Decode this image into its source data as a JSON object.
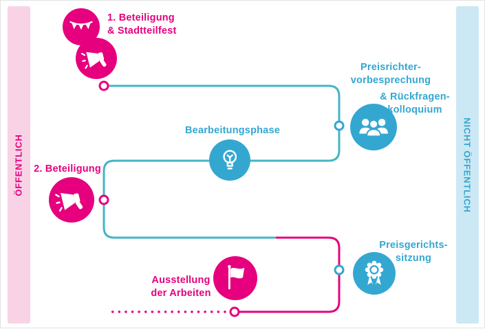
{
  "bands": {
    "left": "ÖFFENTLICH",
    "right": "NICHT ÖFFENTLICH"
  },
  "nodes": {
    "beteiligung1": {
      "lines": [
        "1. Beteiligung",
        "& Stadtteilfest"
      ],
      "icons": [
        "bunting-icon",
        "megaphone-icon"
      ],
      "color": "pink",
      "zone": "öffentlich"
    },
    "preisrichter": {
      "lines": [
        "Preisrichter-",
        "vorbesprechung"
      ],
      "lines_extra": [
        "& Rückfragen-",
        "kolloquium"
      ],
      "icon": "committee-icon",
      "color": "blue",
      "zone": "nicht öffentlich"
    },
    "bearbeitungsphase": {
      "lines": [
        "Bearbeitungsphase"
      ],
      "icon": "lightbulb-icon",
      "color": "blue",
      "zone": "nicht öffentlich"
    },
    "beteiligung2": {
      "lines": [
        "2. Beteiligung"
      ],
      "icon": "megaphone-icon",
      "color": "pink",
      "zone": "öffentlich"
    },
    "preisgericht": {
      "lines": [
        "Preisgerichts-",
        "sitzung"
      ],
      "icon": "award-icon",
      "color": "blue",
      "zone": "nicht öffentlich"
    },
    "ausstellung": {
      "lines": [
        "Ausstellung",
        "der Arbeiten"
      ],
      "icon": "flag-icon",
      "color": "pink",
      "zone": "öffentlich"
    }
  },
  "flow_sequence": [
    "1. Beteiligung & Stadtteilfest",
    "Preisrichtervorbesprechung & Rückfragenkolloquium",
    "Bearbeitungsphase",
    "2. Beteiligung",
    "Preisgerichtssitzung",
    "Ausstellung der Arbeiten"
  ],
  "colors": {
    "pink": "#e6007e",
    "blue": "#34a7d1",
    "teal": "#44b4c6",
    "band-pink": "#f8d3e6",
    "band-blue": "#cce8f4",
    "background": "#ffffff"
  }
}
